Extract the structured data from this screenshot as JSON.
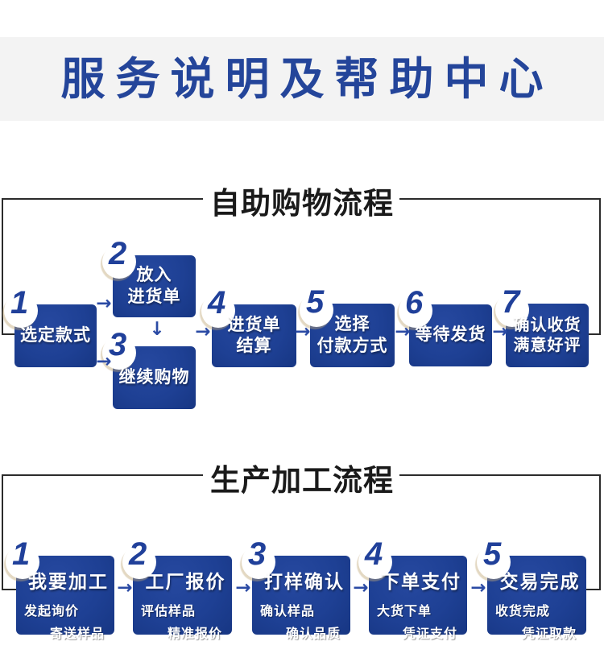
{
  "header": {
    "title": "服务说明及帮助中心"
  },
  "glyphs": {
    "arrow_right": "→",
    "arrow_down": "↓"
  },
  "colors": {
    "header_text": "#24459a",
    "header_background": "#f3f3f3",
    "box_blue": "#1e4094",
    "number_blue": "#20409a",
    "connector_line": "#2b2b2b",
    "arrow_blue": "#2a4aa4"
  },
  "sections": [
    {
      "title": "自助购物流程",
      "steps": [
        {
          "num": "1",
          "lines": [
            "选定款式"
          ]
        },
        {
          "num": "2",
          "lines": [
            "放入",
            "进货单"
          ]
        },
        {
          "num": "3",
          "lines": [
            "继续购物"
          ]
        },
        {
          "num": "4",
          "lines": [
            "进货单",
            "结算"
          ]
        },
        {
          "num": "5",
          "lines": [
            "选择",
            "付款方式"
          ]
        },
        {
          "num": "6",
          "lines": [
            "等待发货"
          ]
        },
        {
          "num": "7",
          "lines": [
            "确认收货",
            "满意好评"
          ]
        }
      ]
    },
    {
      "title": "生产加工流程",
      "steps": [
        {
          "num": "1",
          "title": "我要加工",
          "sub1": "发起询价",
          "sub2": "寄送样品"
        },
        {
          "num": "2",
          "title": "工厂报价",
          "sub1": "评估样品",
          "sub2": "精准报价"
        },
        {
          "num": "3",
          "title": "打样确认",
          "sub1": "确认样品",
          "sub2": "确认品质"
        },
        {
          "num": "4",
          "title": "下单支付",
          "sub1": "大货下单",
          "sub2": "凭证支付"
        },
        {
          "num": "5",
          "title": "交易完成",
          "sub1": "收货完成",
          "sub2": "凭证取款"
        }
      ]
    }
  ]
}
